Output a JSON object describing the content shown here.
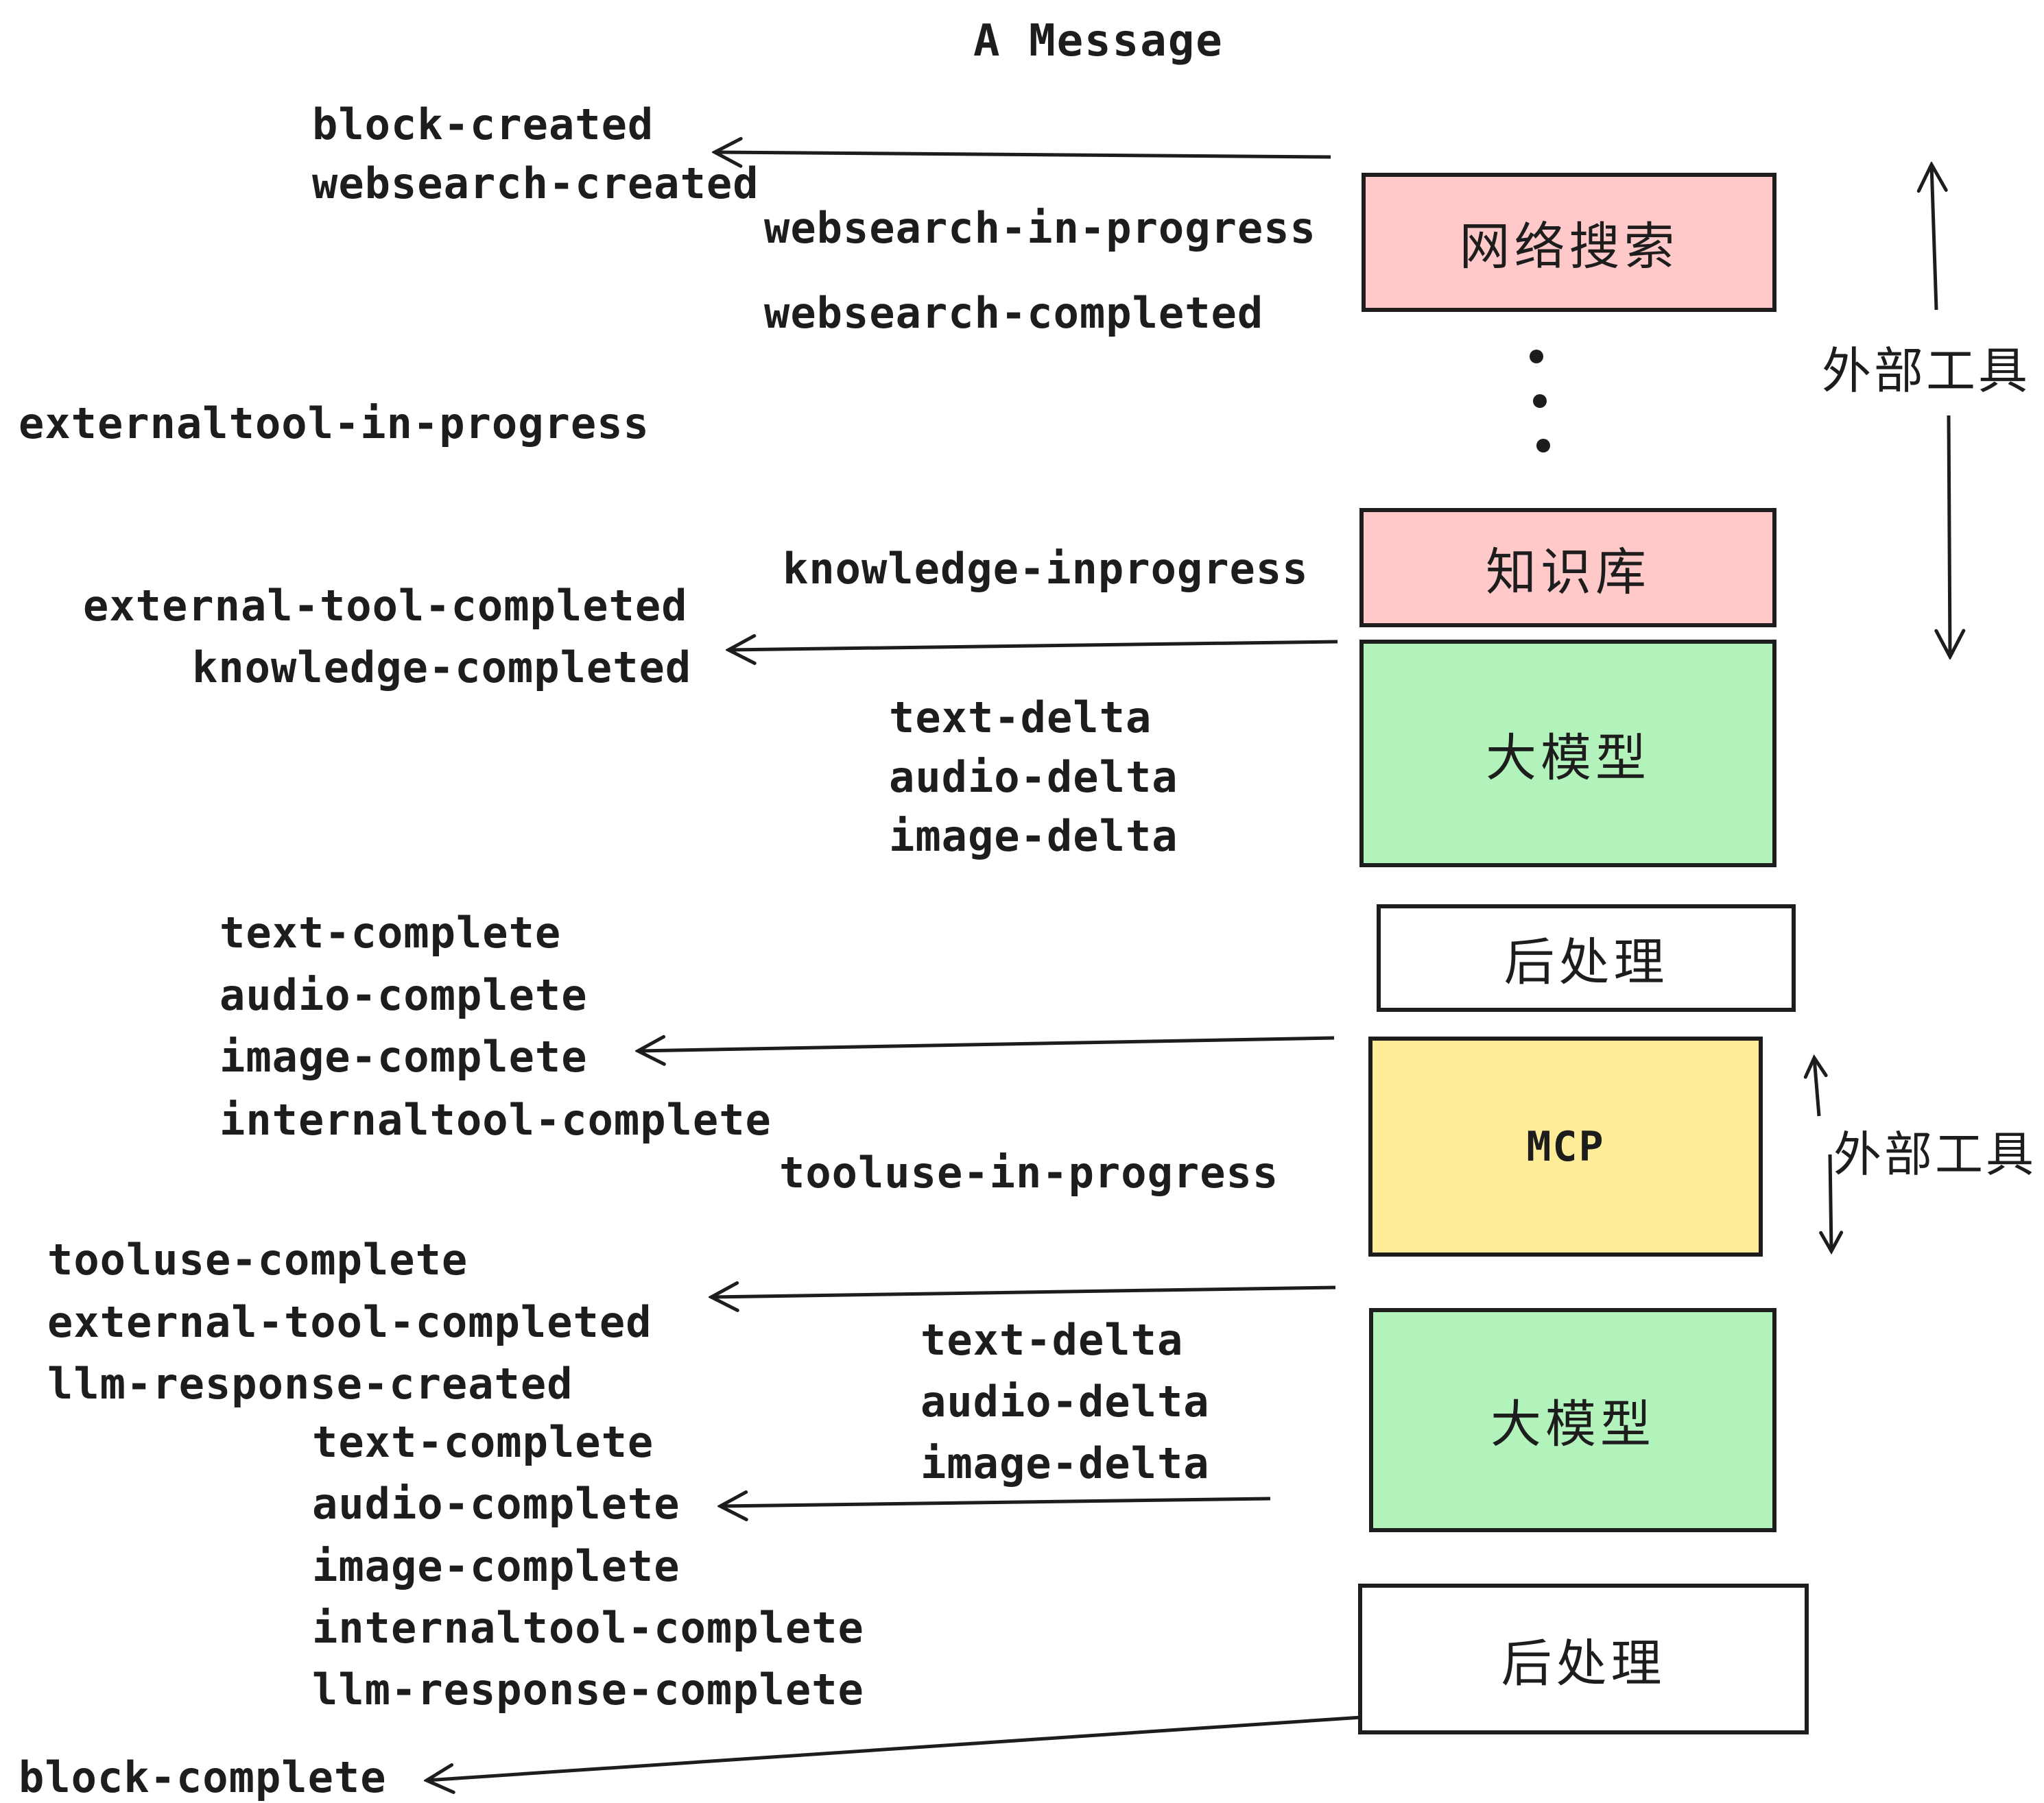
{
  "title": "A Message",
  "events": {
    "block_created": "block-created",
    "websearch_created": "websearch-created",
    "websearch_in_progress": "websearch-in-progress",
    "websearch_completed": "websearch-completed",
    "externaltool_in_progress": "externaltool-in-progress",
    "knowledge_inprogress": "knowledge-inprogress",
    "external_tool_completed": "external-tool-completed",
    "knowledge_completed": "knowledge-completed",
    "text_delta": "text-delta",
    "audio_delta": "audio-delta",
    "image_delta": "image-delta",
    "text_complete": "text-complete",
    "audio_complete": "audio-complete",
    "image_complete": "image-complete",
    "internaltool_complete": "internaltool-complete",
    "tooluse_in_progress": "tooluse-in-progress",
    "tooluse_complete": "tooluse-complete",
    "llm_response_created": "llm-response-created",
    "llm_response_complete": "llm-response-complete",
    "block_complete": "block-complete"
  },
  "nodes": {
    "web_search": "网络搜索",
    "knowledge_base": "知识库",
    "llm": "大模型",
    "post_process": "后处理",
    "mcp": "MCP"
  },
  "annotations": {
    "external_tools": "外部工具"
  },
  "colors": {
    "pink": "#ffc9c9",
    "green": "#b2f2bb",
    "yellow": "#ffec99",
    "white": "#ffffff",
    "ink": "#1d1d1d",
    "background": "#ffffff"
  }
}
